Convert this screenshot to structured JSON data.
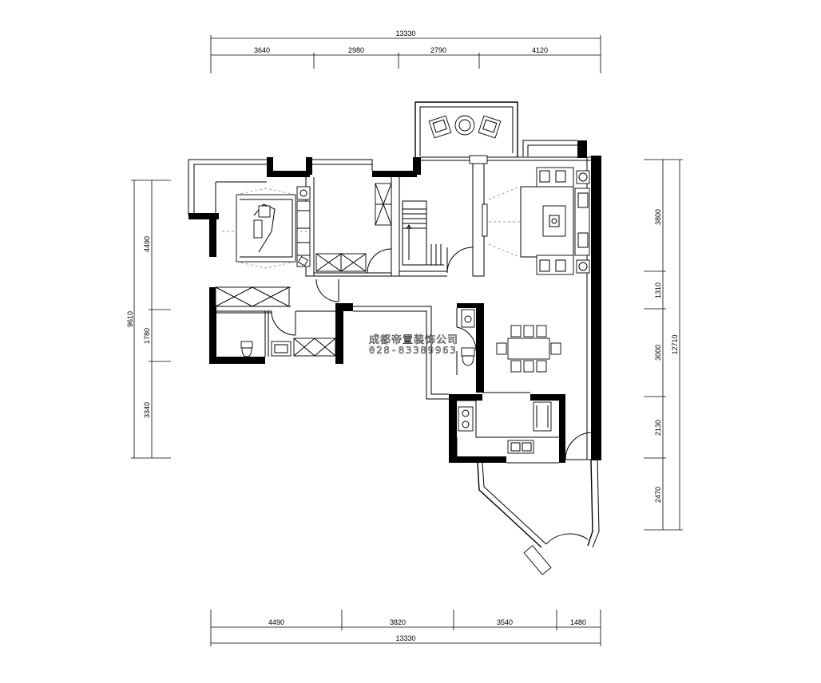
{
  "dimensions": {
    "top": {
      "total": "13330",
      "segments": [
        "3640",
        "2980",
        "2790",
        "4120"
      ]
    },
    "bottom": {
      "total": "13330",
      "segments": [
        "4490",
        "3820",
        "3540",
        "1480"
      ]
    },
    "left": {
      "total": "9610",
      "segments": [
        "4490",
        "1780",
        "3340"
      ]
    },
    "right": {
      "total": "12710",
      "segments": [
        "3800",
        "1310",
        "3000",
        "2130",
        "2470"
      ]
    }
  },
  "watermark": {
    "company": "成都帝置装饰公司",
    "phone": "028-83389963"
  }
}
